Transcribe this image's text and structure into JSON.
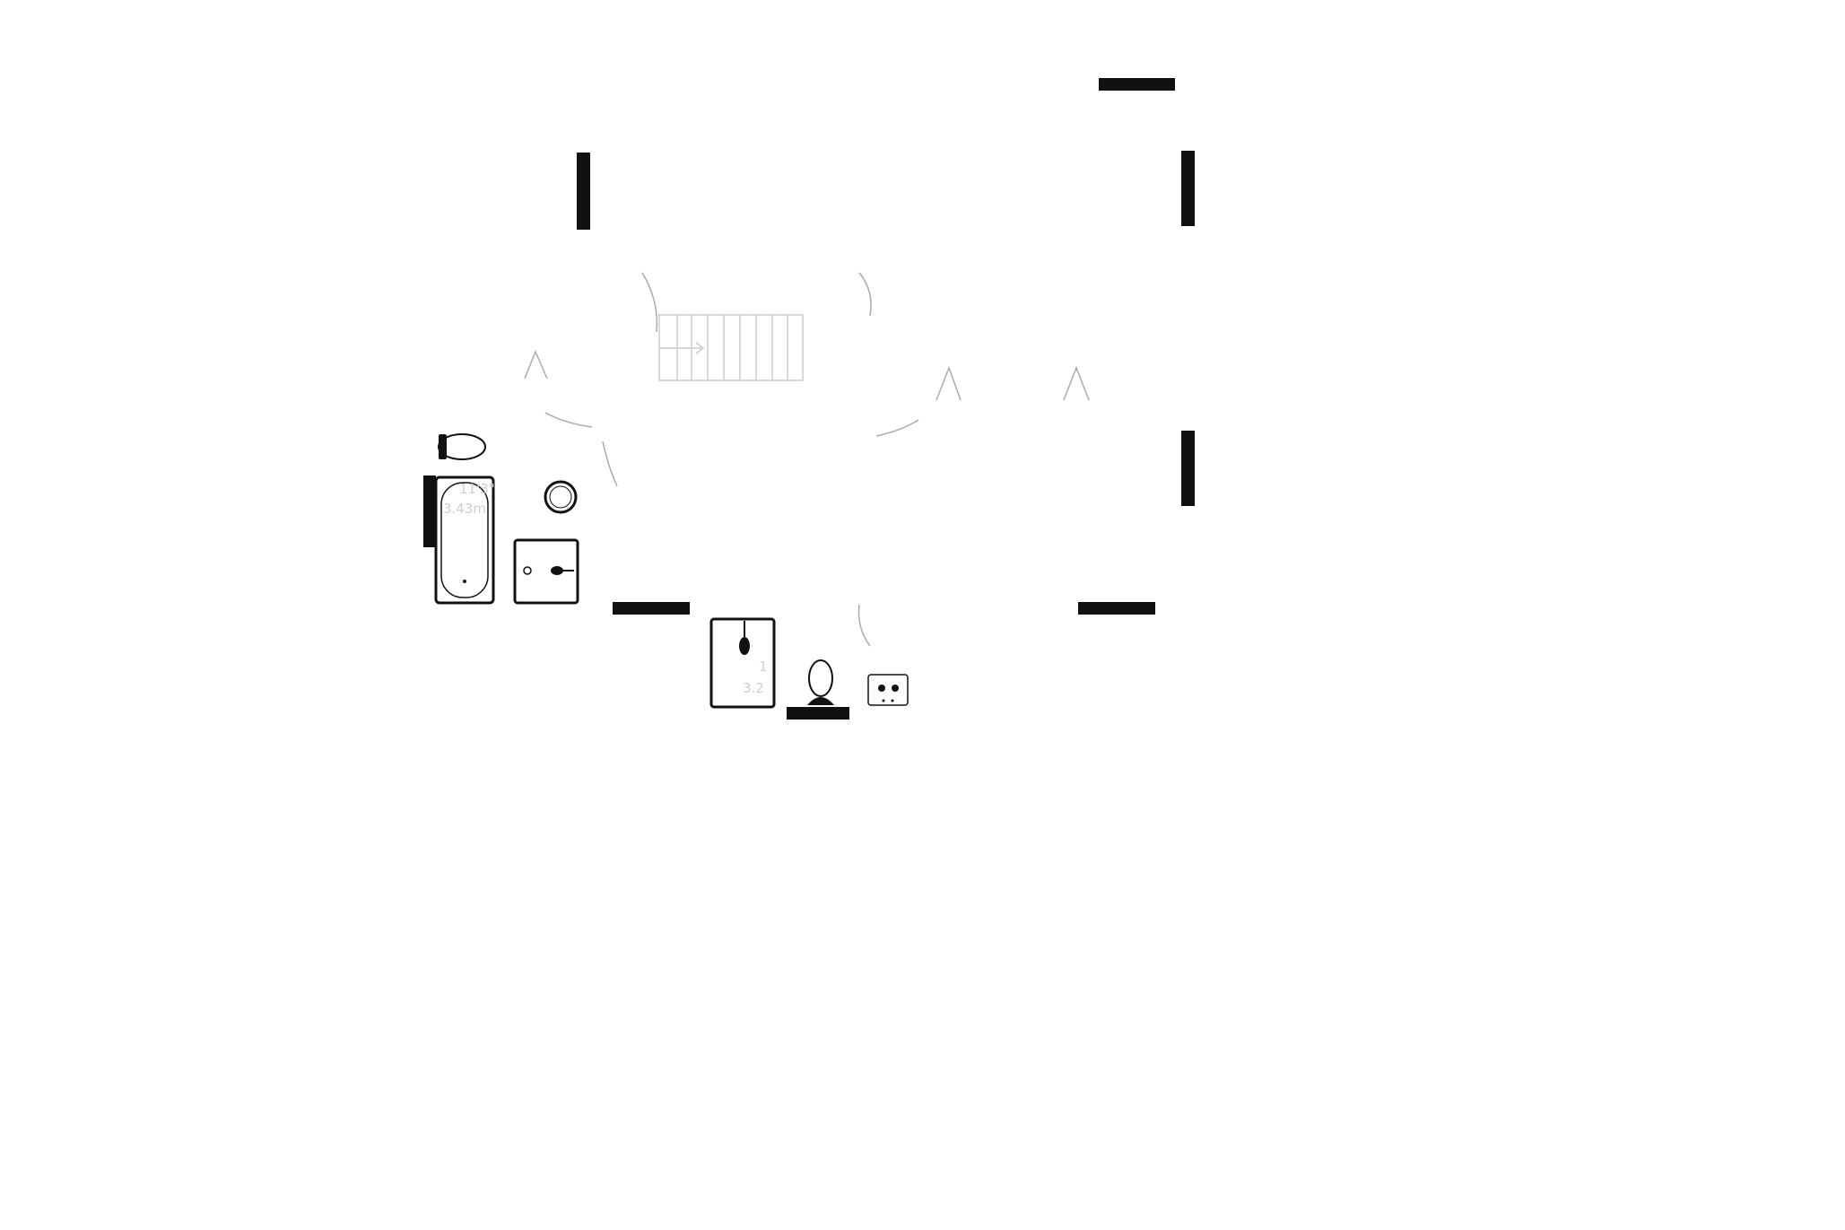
{
  "plan": {
    "colors": {
      "background": "#ffffff",
      "wall": "#111111",
      "fixture_outline": "#111111",
      "door_arc": "#aaaaaa",
      "stair": "#cccccc",
      "label": "#cfcfcf"
    },
    "labels": {
      "bath_dim_imperial": "11'3\"",
      "bath_dim_metric": "3.43m",
      "small_room_dim_1": "1",
      "small_room_dim_2": "3.2"
    },
    "fixtures": [
      "toilet-icon",
      "bathtub-icon",
      "sink-icon",
      "shower-icon",
      "stair-icon",
      "door-arc-icon",
      "washer-icon"
    ]
  }
}
